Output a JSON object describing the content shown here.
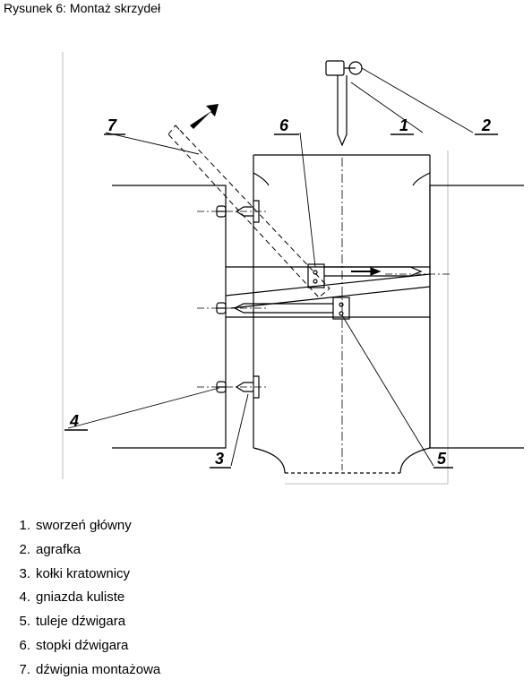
{
  "caption": "Rysunek 6: Montaż skrzydeł",
  "diagram_labels": [
    "1",
    "2",
    "3",
    "4",
    "5",
    "6",
    "7"
  ],
  "legend": [
    {
      "num": "1.",
      "text": "sworzeń główny"
    },
    {
      "num": "2.",
      "text": "agrafka"
    },
    {
      "num": "3.",
      "text": "kołki kratownicy"
    },
    {
      "num": "4.",
      "text": "gniazda kuliste"
    },
    {
      "num": "5.",
      "text": "tuleje dźwigara"
    },
    {
      "num": "6.",
      "text": "stopki dźwigara"
    },
    {
      "num": "7.",
      "text": "dźwignia montażowa"
    }
  ]
}
